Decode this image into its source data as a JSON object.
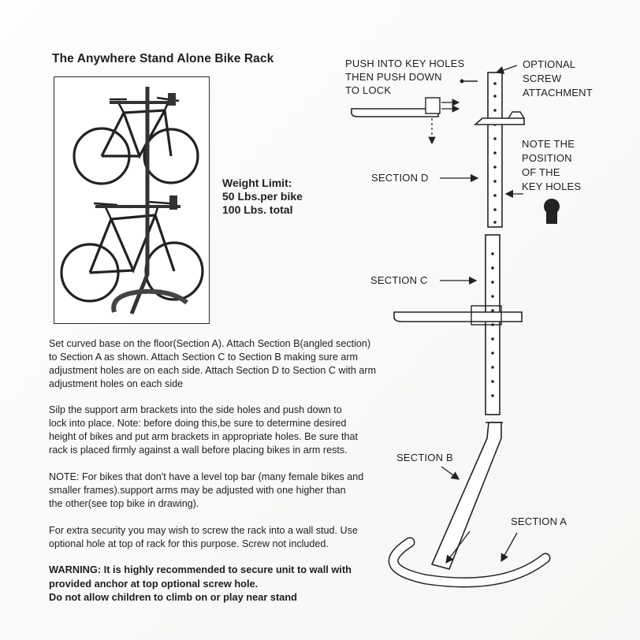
{
  "header": {
    "title": "The Anywhere Stand Alone Bike Rack"
  },
  "weight": {
    "heading": "Weight Limit:",
    "per_bike": "50 Lbs.per bike",
    "total": "100 Lbs. total"
  },
  "instructions": {
    "p1": [
      "Set curved base on the floor(Section A). Attach Section B(angled section)",
      "to Section A as shown. Attach Section C to Section B making sure arm",
      "adjustment holes are on each side. Attach Section D to Section C with arm",
      "adjustment holes on each side"
    ],
    "p2": [
      "Silp the support arm brackets into the side holes and push down to",
      "lock into place. Note: before doing this,be sure to determine desired",
      "height of bikes and put arm brackets in appropriate holes. Be sure that",
      "rack is placed firmly against a wall before placing bikes in arm rests."
    ],
    "p3": [
      "NOTE: For bikes that don't have a level top bar (many female bikes and",
      "smaller frames).support arms may be adjusted with one higher than",
      "the other(see top bike in drawing)."
    ],
    "p4": [
      "For extra security you may wish to screw the rack into a wall stud. Use",
      "optional hole at top of rack for this purpose. Screw not included."
    ],
    "warning": [
      "WARNING:  It is highly recommended to secure unit to wall with",
      "provided anchor at top optional screw hole.",
      "Do not allow children to climb on or play near stand"
    ]
  },
  "diagram_labels": {
    "push_1": "PUSH INTO KEY HOLES",
    "push_2": "THEN PUSH DOWN",
    "push_3": "TO LOCK",
    "optional_1": "OPTIONAL",
    "optional_2": "SCREW",
    "optional_3": "ATTACHMENT",
    "note_1": "NOTE THE",
    "note_2": "POSITION",
    "note_3": "OF  THE",
    "note_4": "KEY  HOLES",
    "section_d": "SECTION D",
    "section_c": "SECTION C",
    "section_b": "SECTION B",
    "section_a": "SECTION A"
  }
}
